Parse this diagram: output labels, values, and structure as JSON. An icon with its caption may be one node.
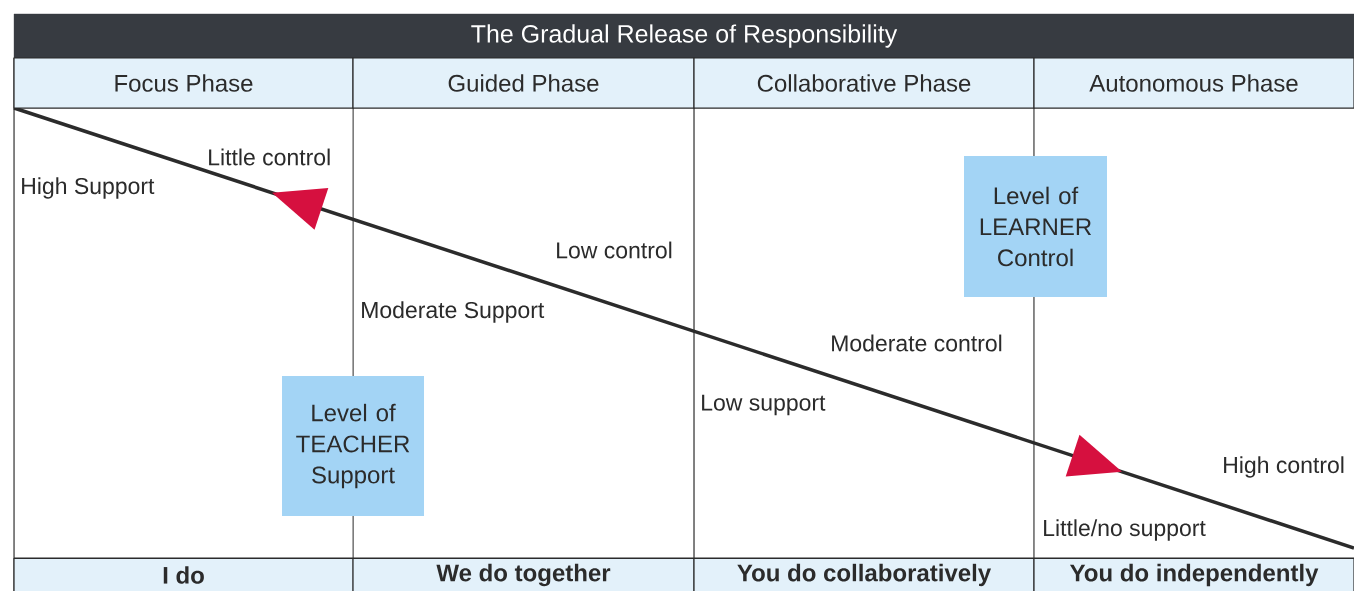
{
  "diagram": {
    "title": "The Gradual Release of Responsibility",
    "nodes": [
      {
        "text": [
          "Focus Phase"
        ]
      },
      {
        "text": [
          "Guided Phase"
        ]
      },
      {
        "text": [
          "Collaborative Phase"
        ]
      },
      {
        "text": [
          "Autonomous Phase"
        ]
      },
      {
        "text": [
          "Level of LEARNER Control"
        ]
      },
      {
        "text": [
          "Level of TEACHER Support"
        ]
      },
      {
        "text": [
          "I do"
        ]
      },
      {
        "text": [
          "We do together"
        ]
      },
      {
        "text": [
          "You do collaboratively"
        ]
      },
      {
        "text": [
          "You do independently"
        ]
      }
    ],
    "labels": [
      "Little control",
      "High Support",
      "Low control",
      "Moderate Support",
      "Moderate control",
      "Low support",
      "High control",
      "Little/no support"
    ]
  }
}
